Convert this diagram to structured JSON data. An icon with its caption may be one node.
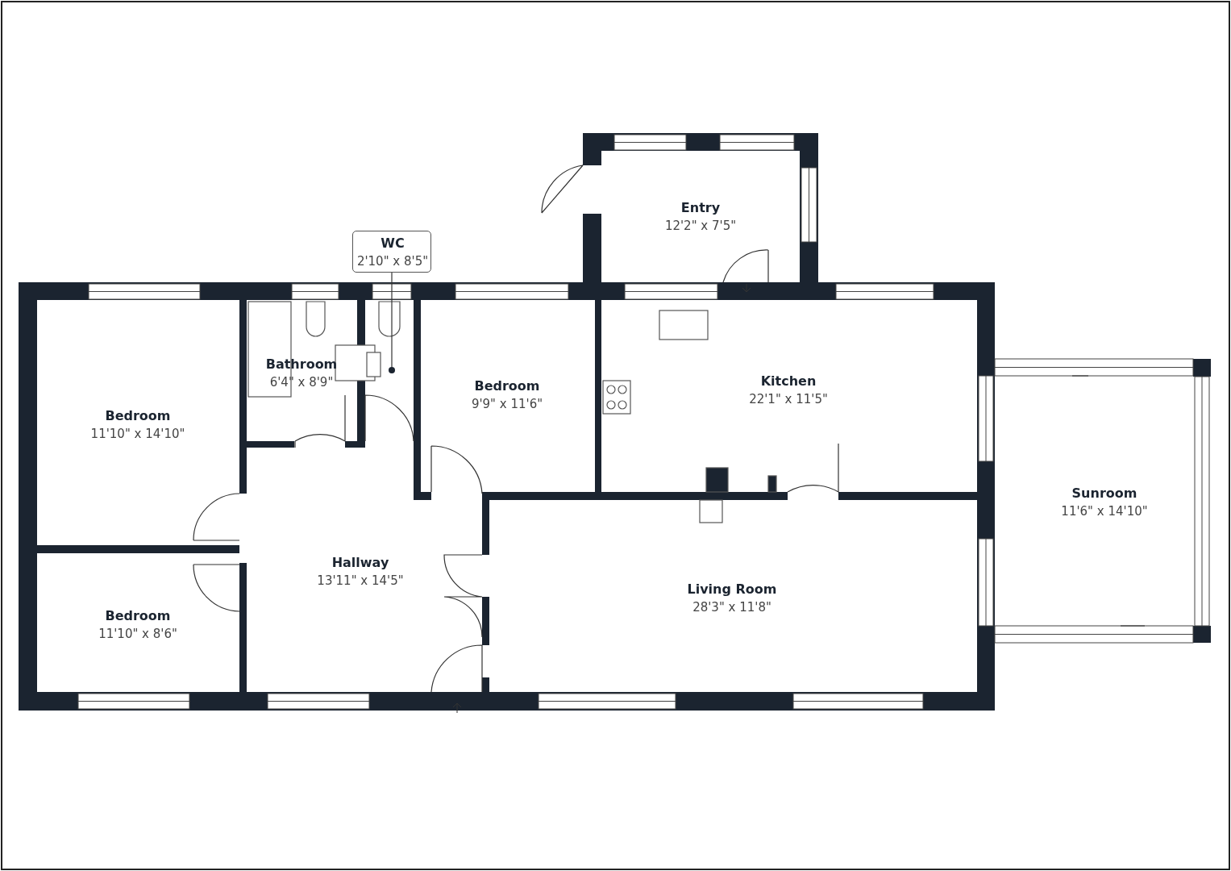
{
  "diagram": {
    "nodes": [
      {
        "text": [
          "Entry",
          "12'2\" x 7'5\""
        ]
      },
      {
        "text": [
          "WC",
          "2'10\" x 8'5\""
        ]
      },
      {
        "text": [
          "Bathroom",
          "6'4\" x 8'9\""
        ]
      },
      {
        "text": [
          "Kitchen",
          "22'1\" x 11'5\""
        ]
      },
      {
        "text": [
          "Bedroom",
          "9'9\" x 11'6\""
        ]
      },
      {
        "text": [
          "Bedroom",
          "11'10\" x 14'10\""
        ]
      },
      {
        "text": [
          "Sunroom",
          "11'6\" x 14'10\""
        ]
      },
      {
        "text": [
          "Hallway",
          "13'11\" x 14'5\""
        ]
      },
      {
        "text": [
          "Living Room",
          "28'3\" x 11'8\""
        ]
      },
      {
        "text": [
          "Bedroom",
          "11'10\" x 8'6\""
        ]
      },
      {
        "text": [],
        "shape": "circle"
      }
    ],
    "edges": [
      {
        "from": 1,
        "to": 10,
        "arrow": "none"
      }
    ]
  }
}
